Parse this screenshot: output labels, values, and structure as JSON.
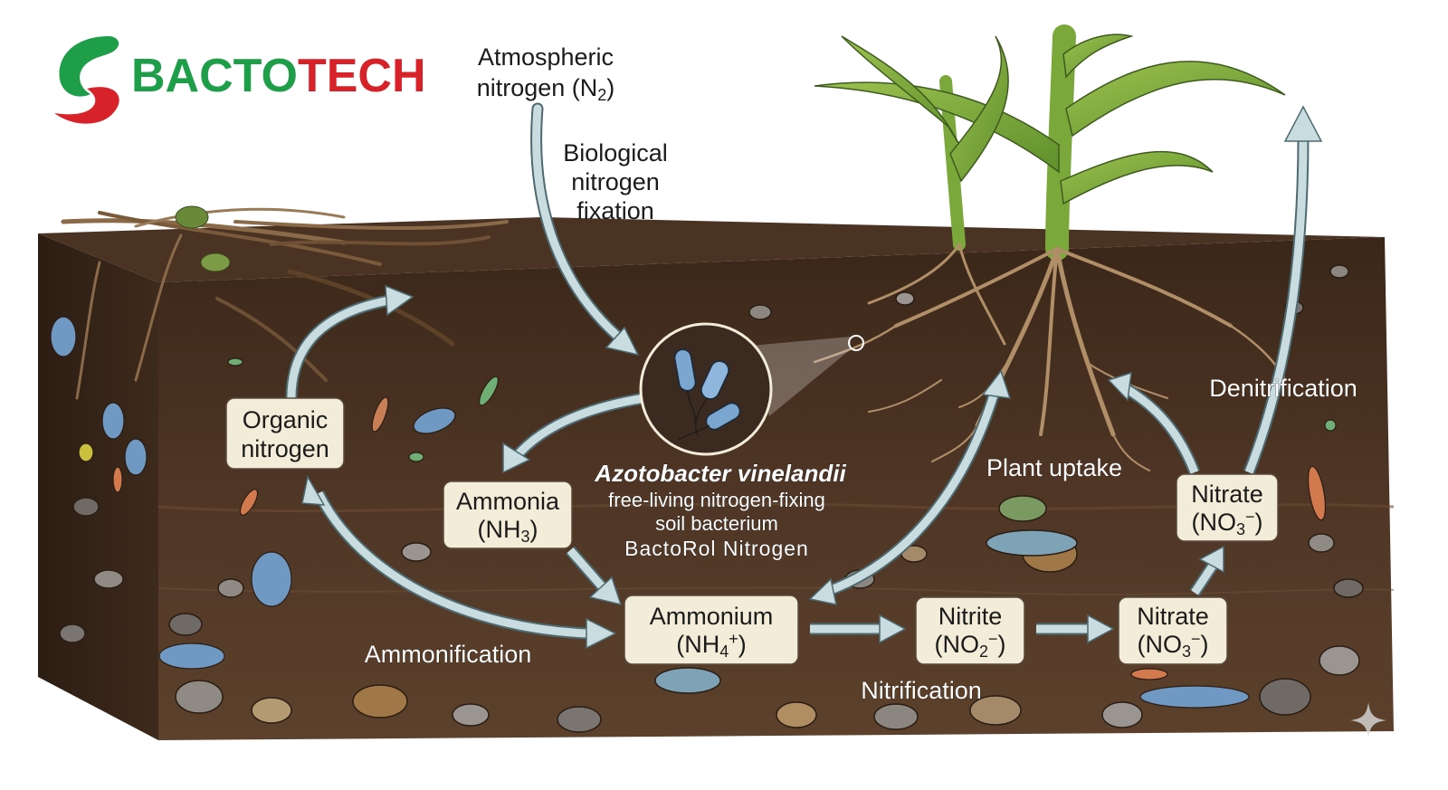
{
  "brand": {
    "name_part1": "BACTO",
    "name_part2": "TECH",
    "green": "#1e9e49",
    "red": "#d8222a"
  },
  "labels": {
    "atmospheric_line1": "Atmospheric",
    "atmospheric_line2": "nitrogen (N",
    "atmospheric_sub": "2",
    "atmospheric_close": ")",
    "bio_fix_line1": "Biological",
    "bio_fix_line2": "nitrogen",
    "bio_fix_line3": "fixation",
    "ammonification": "Ammonification",
    "nitrification": "Nitrification",
    "plant_uptake": "Plant uptake",
    "denitrification": "Denitrification"
  },
  "boxes": {
    "organic": {
      "line1": "Organic",
      "line2": "nitrogen"
    },
    "ammonia": {
      "line1": "Ammonia",
      "line2": "(NH",
      "sub": "3",
      "close": ")"
    },
    "ammonium": {
      "line1": "Ammonium",
      "line2": "(NH",
      "sub": "4",
      "sup": "+",
      "close": ")"
    },
    "nitrite": {
      "line1": "Nitrite",
      "line2": "(NO",
      "sub": "2",
      "sup": "−",
      "close": ")"
    },
    "nitrate_low": {
      "line1": "Nitrate",
      "line2": "(NO",
      "sub": "3",
      "sup": "−",
      "close": ")"
    },
    "nitrate_high": {
      "line1": "Nitrate",
      "line2": "(NO",
      "sub": "3",
      "sup": "−",
      "close": ")"
    }
  },
  "bacterium": {
    "name": "Azotobacter vinelandii",
    "desc_line1": "free-living nitrogen-fixing",
    "desc_line2": "soil bacterium",
    "product": "BactoRol Nitrogen"
  },
  "colors": {
    "soil_top": "#3f2a1c",
    "soil_mid": "#4f3524",
    "soil_bottom": "#5a3d29",
    "arrow": "#c9dde0",
    "box": "#f3ecd9",
    "plant": "#7fae3a"
  }
}
